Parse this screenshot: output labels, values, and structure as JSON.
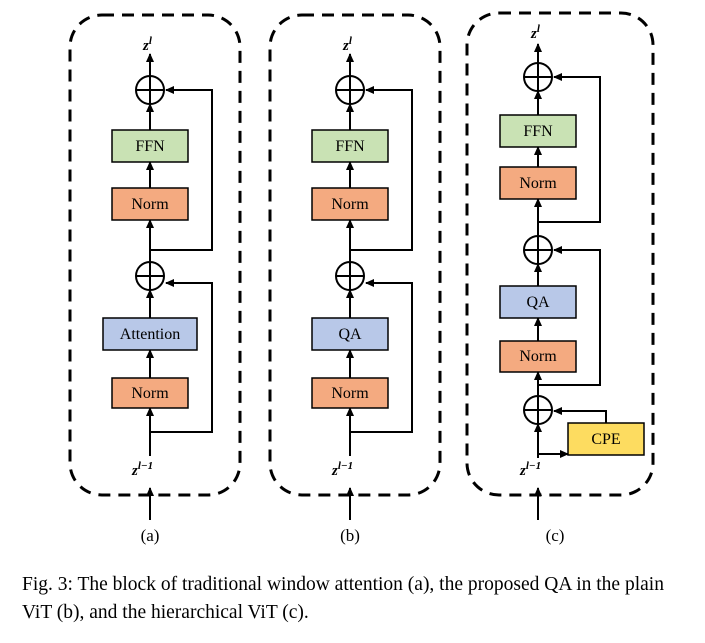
{
  "colors": {
    "ffn": "#c9e2b4",
    "norm": "#f4aa80",
    "attention": "#b8c8e8",
    "cpe": "#fddc60",
    "stroke": "#000000"
  },
  "panels": [
    {
      "id": "a",
      "output_label": "z",
      "output_sup": "l",
      "input_label": "z",
      "input_sup": "l−1",
      "ffn_label": "FFN",
      "norm_top_label": "Norm",
      "attn_label": "Attention",
      "norm_bottom_label": "Norm",
      "sublabel": "(a)"
    },
    {
      "id": "b",
      "output_label": "z",
      "output_sup": "l",
      "input_label": "z",
      "input_sup": "l−1",
      "ffn_label": "FFN",
      "norm_top_label": "Norm",
      "attn_label": "QA",
      "norm_bottom_label": "Norm",
      "sublabel": "(b)"
    },
    {
      "id": "c",
      "output_label": "z",
      "output_sup": "l",
      "input_label": "z",
      "input_sup": "l−1",
      "ffn_label": "FFN",
      "norm_top_label": "Norm",
      "attn_label": "QA",
      "norm_bottom_label": "Norm",
      "cpe_label": "CPE",
      "sublabel": "(c)"
    }
  ],
  "caption": {
    "text": "Fig. 3: The block of traditional window attention (a), the proposed QA in the plain ViT (b), and the hierarchical ViT (c)."
  }
}
